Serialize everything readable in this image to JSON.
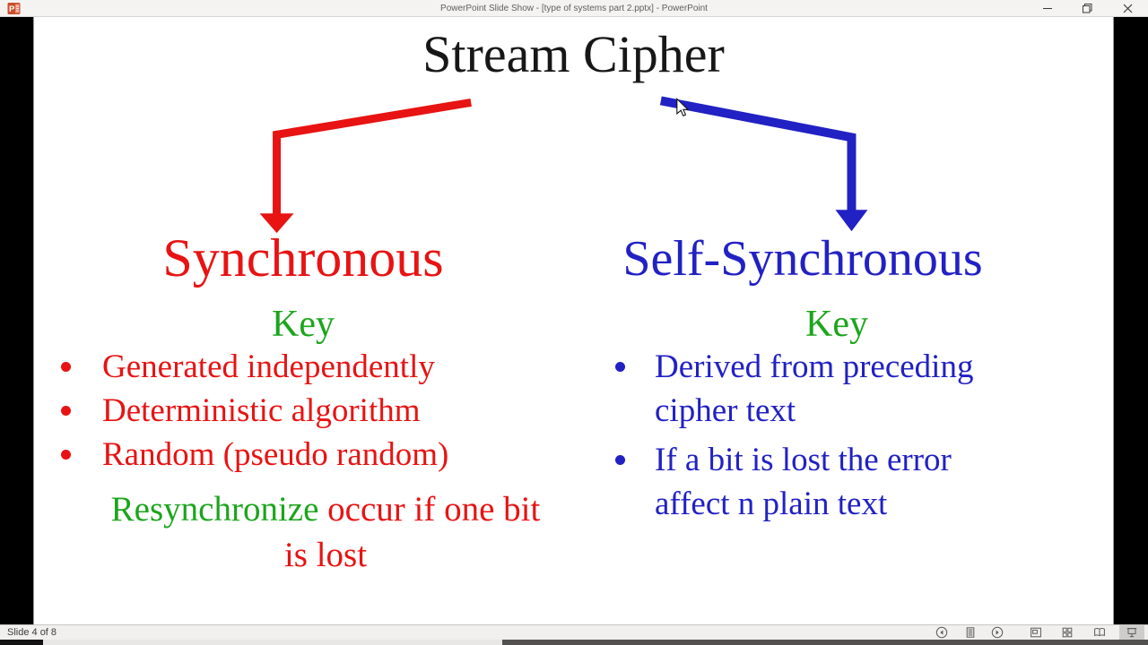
{
  "window": {
    "title": "PowerPoint Slide Show - [type of systems part 2.pptx] - PowerPoint",
    "app_icon_letter": "P",
    "icons": [
      "powerpoint-logo",
      "minimize-icon",
      "restore-icon",
      "close-icon"
    ]
  },
  "slide": {
    "title": "Stream Cipher",
    "left_branch": {
      "heading": "Synchronous",
      "key_label": "Key",
      "bullets": [
        "Generated independently",
        "Deterministic algorithm",
        "Random (pseudo random)"
      ],
      "note_line1_green": "Resynchronize",
      "note_line1_red": " occur if one bit",
      "note_line2_red": "is lost"
    },
    "right_branch": {
      "heading": "Self-Synchronous",
      "key_label": "Key",
      "bullets": [
        {
          "line1": "Derived from preceding",
          "line2": "cipher text"
        },
        {
          "line1": "If a bit is lost the error",
          "line2": "affect n plain text"
        }
      ]
    },
    "colors": {
      "red": "#e81313",
      "blue": "#2121c4",
      "green": "#1ca51c",
      "text_black": "#171717"
    }
  },
  "status_bar": {
    "slide_counter": "Slide 4 of 8",
    "icons": [
      "previous-slide",
      "slide-menu",
      "next-slide",
      "normal-view",
      "slide-sorter-view",
      "reading-view",
      "slide-show-view"
    ]
  }
}
